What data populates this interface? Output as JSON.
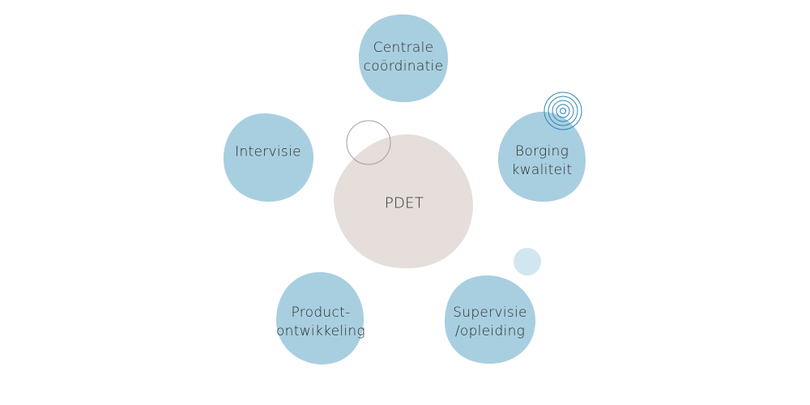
{
  "diagram": {
    "center": {
      "label": "PDET",
      "color": "#e5dedb"
    },
    "node_color": "#a8cfe0",
    "nodes": [
      {
        "id": "centrale-coordinatie",
        "lines": [
          "Centrale",
          "coördinatie"
        ]
      },
      {
        "id": "borging-kwaliteit",
        "lines": [
          "Borging",
          "kwaliteit"
        ]
      },
      {
        "id": "supervisie-opleiding",
        "lines": [
          "Supervisie",
          "/opleiding"
        ]
      },
      {
        "id": "product-ontwikkeling",
        "lines": [
          "Product-",
          "ontwikkeling"
        ]
      },
      {
        "id": "intervisie",
        "lines": [
          "Intervisie"
        ]
      }
    ],
    "decorations": {
      "outline_circle_color": "#a89f9a",
      "concentric_rings_color": "#2f86b3",
      "small_dot_color": "#d2e6ef"
    }
  }
}
